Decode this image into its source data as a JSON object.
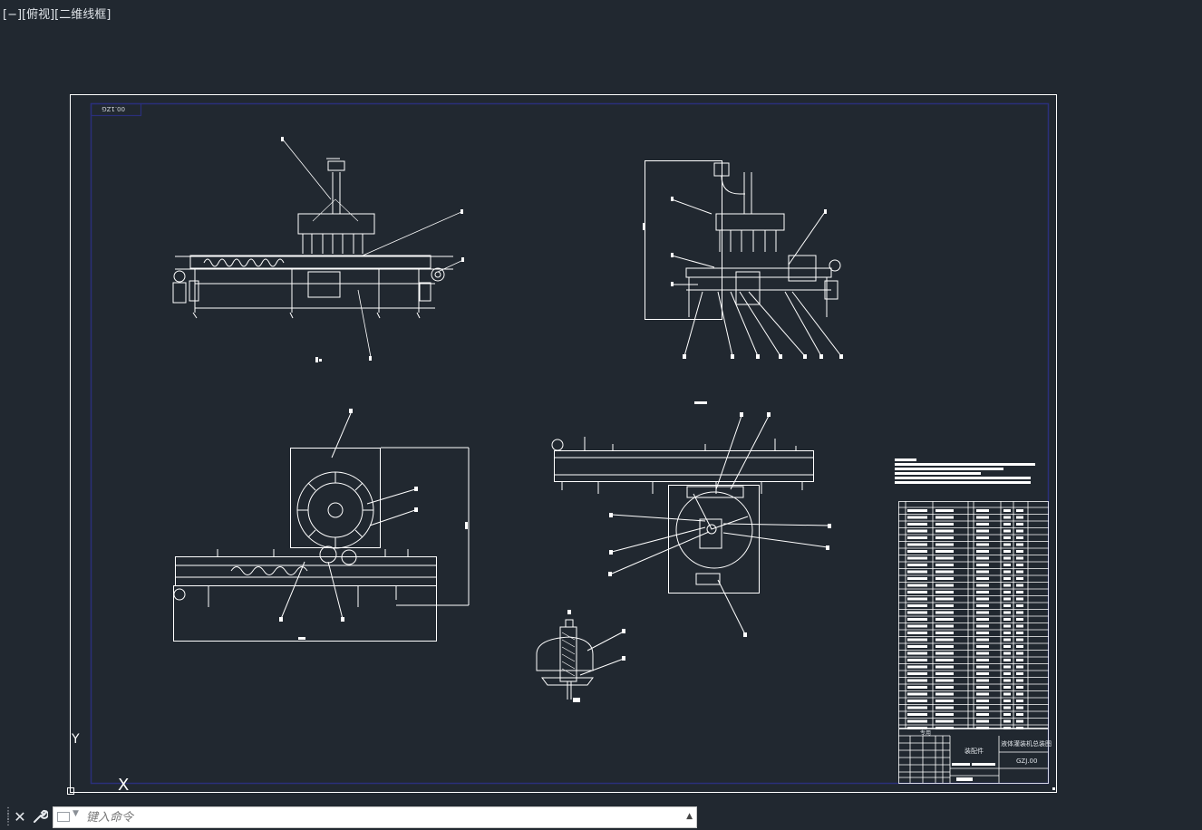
{
  "viewport": {
    "label": "[−][俯视][二维线框]"
  },
  "drawing": {
    "corner_code": "00.1ZG",
    "title_block": {
      "drawing_name": "液体灌装机总装图",
      "drawing_no": "GZJ.00",
      "category": "装配件",
      "header_note": "专用"
    },
    "colors": {
      "sheet_border": "#ffffff",
      "inner_frame": "#2a2f7a",
      "linework": "#ffffff"
    }
  },
  "ucs": {
    "y_label": "Y",
    "x_label": "X"
  },
  "commandline": {
    "placeholder": "键入命令",
    "close_icon": "close-icon",
    "customize_icon": "wrench-icon",
    "prompt_icon": "command-prompt-icon",
    "history_icon": "caret-up-icon"
  }
}
